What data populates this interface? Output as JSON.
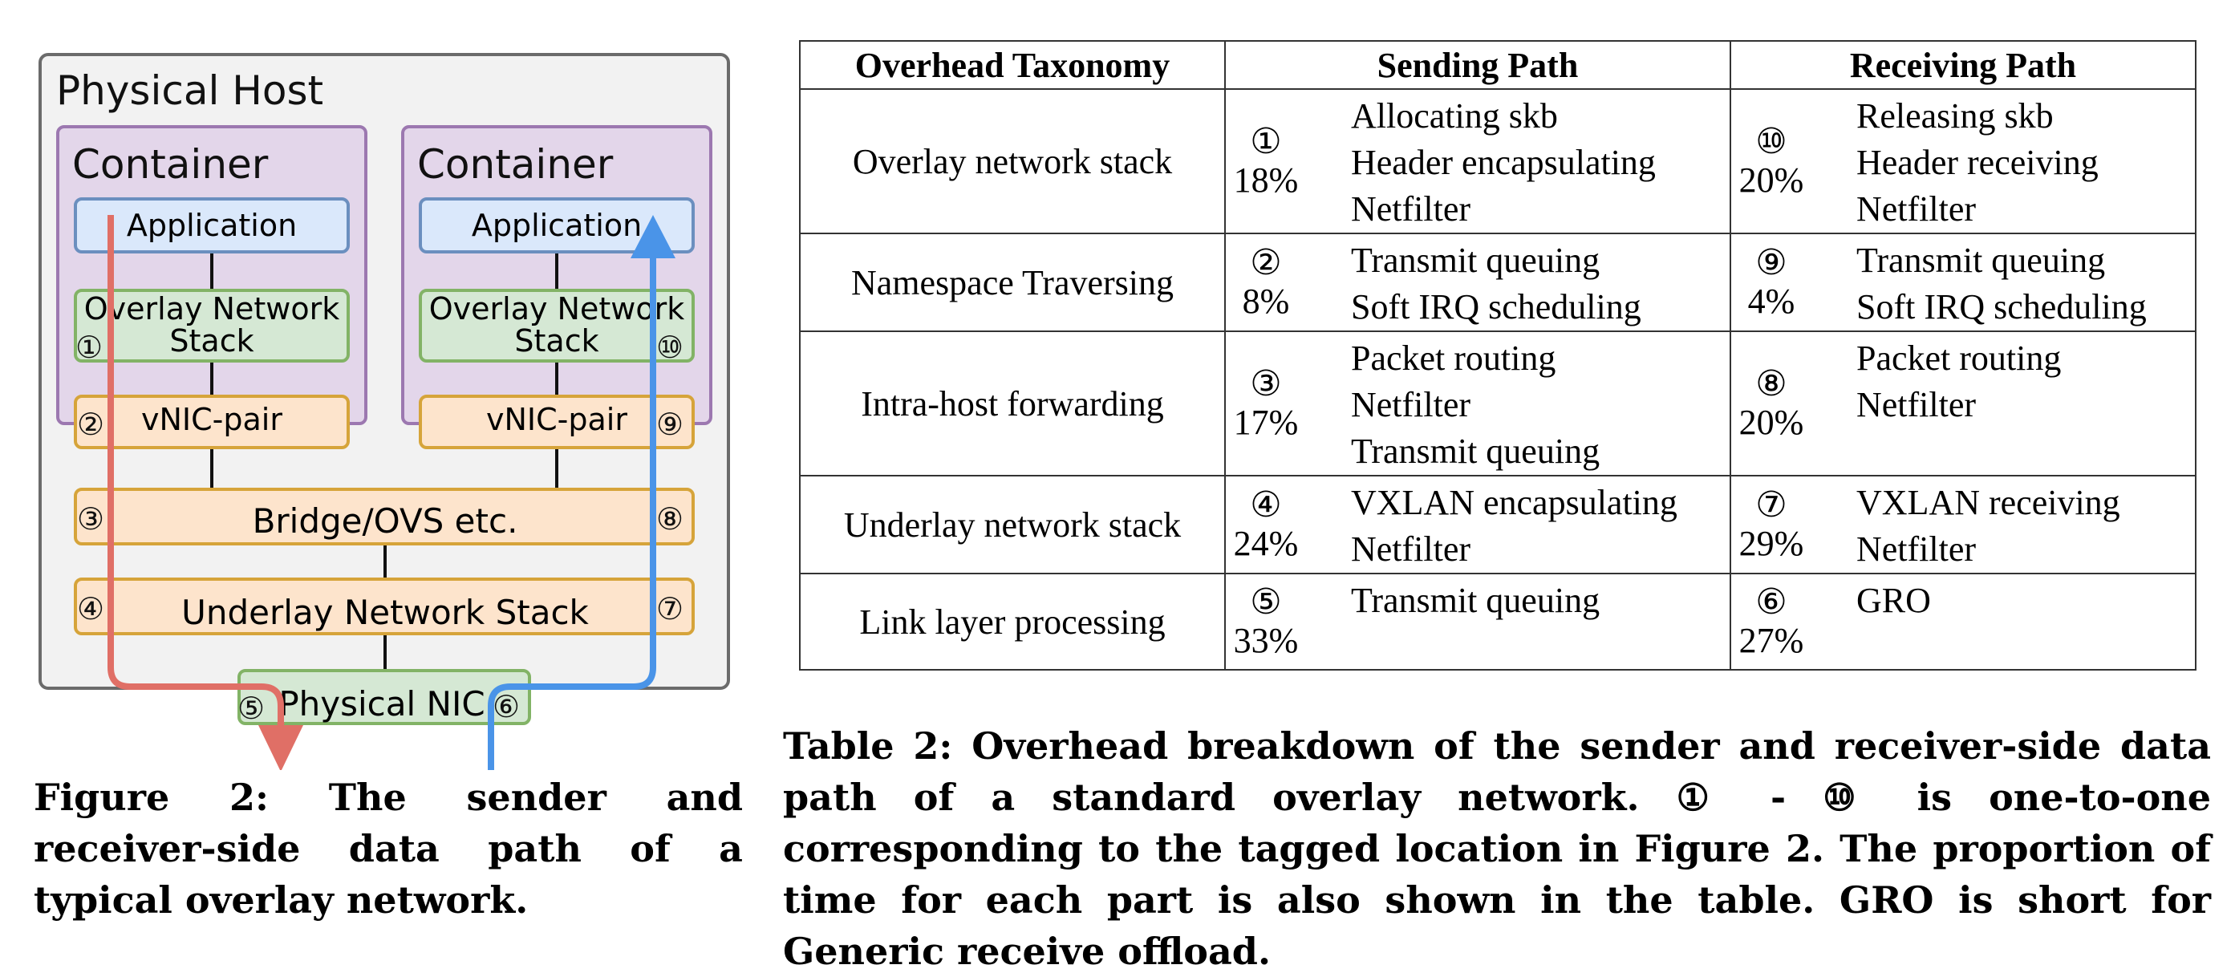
{
  "figure": {
    "host_label": "Physical Host",
    "container_label": "Container",
    "application_label": "Application",
    "overlay_label_line1": "Overlay Network",
    "overlay_label_line2": "Stack",
    "vnic_label": "vNIC-pair",
    "bridge_label": "Bridge/OVS etc.",
    "underlay_label": "Underlay Network Stack",
    "nic_label": "Physical NIC",
    "markers": [
      "①",
      "②",
      "③",
      "④",
      "⑤",
      "⑥",
      "⑦",
      "⑧",
      "⑨",
      "⑩"
    ],
    "colors": {
      "send_path": "#e06f66",
      "receive_path": "#4a94e8"
    }
  },
  "figure_caption": "Figure 2: The sender and receiver-side data path of a typical overlay network.",
  "table": {
    "headers": [
      "Overhead Taxonomy",
      "Sending Path",
      "Receiving Path"
    ],
    "rows": [
      {
        "category": "Overlay network stack",
        "send_tag": "①",
        "send_pct": "18%",
        "send_items": [
          "Allocating skb",
          "Header encapsulating",
          "Netfilter"
        ],
        "recv_tag": "⑩",
        "recv_pct": "20%",
        "recv_items": [
          "Releasing skb",
          "Header receiving",
          "Netfilter"
        ]
      },
      {
        "category": "Namespace Traversing",
        "send_tag": "②",
        "send_pct": "8%",
        "send_items": [
          "Transmit queuing",
          "Soft IRQ scheduling"
        ],
        "recv_tag": "⑨",
        "recv_pct": "4%",
        "recv_items": [
          "Transmit queuing",
          "Soft IRQ scheduling"
        ]
      },
      {
        "category": "Intra-host forwarding",
        "send_tag": "③",
        "send_pct": "17%",
        "send_items": [
          "Packet routing",
          "Netfilter",
          "Transmit queuing"
        ],
        "recv_tag": "⑧",
        "recv_pct": "20%",
        "recv_items": [
          "Packet routing",
          "Netfilter"
        ]
      },
      {
        "category": "Underlay network stack",
        "send_tag": "④",
        "send_pct": "24%",
        "send_items": [
          "VXLAN encapsulating",
          "Netfilter"
        ],
        "recv_tag": "⑦",
        "recv_pct": "29%",
        "recv_items": [
          "VXLAN receiving",
          "Netfilter"
        ]
      },
      {
        "category": "Link layer processing",
        "send_tag": "⑤",
        "send_pct": "33%",
        "send_items": [
          "Transmit queuing"
        ],
        "recv_tag": "⑥",
        "recv_pct": "27%",
        "recv_items": [
          "GRO"
        ]
      }
    ]
  },
  "table_caption": "Table 2: Overhead breakdown of the sender and receiver-side data path of a standard overlay network. ① - ⑩ is one-to-one corresponding to the tagged location in Figure 2. The proportion of time for each part is also shown in the table. GRO is short for Generic receive offload."
}
